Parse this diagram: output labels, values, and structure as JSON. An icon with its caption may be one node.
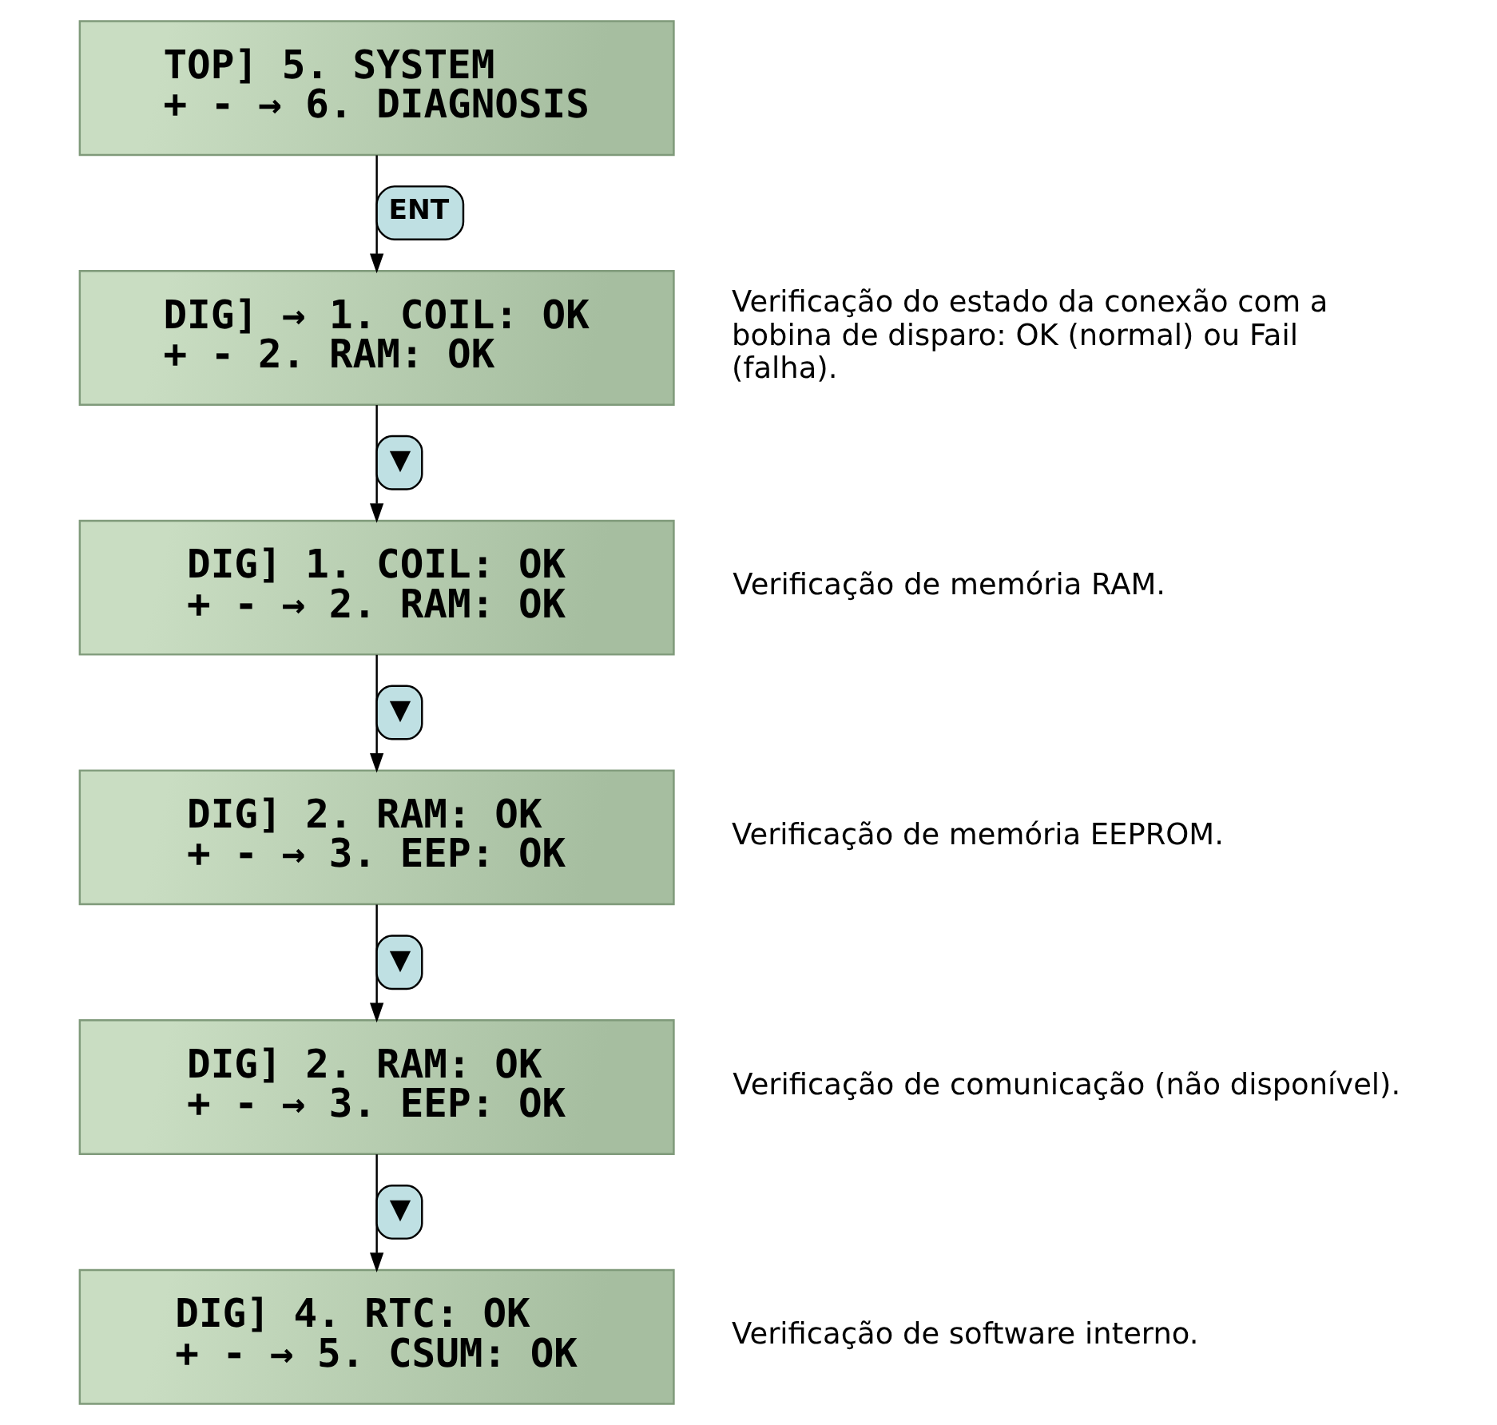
{
  "diagram": {
    "nodes": [
      {
        "text": [
          "TOP] 5. SYSTEM",
          "+ - → 6. DIAGNOSIS"
        ]
      },
      {
        "text": [
          "DIG] → 1. COIL: OK",
          "+ - 2. RAM: OK"
        ],
        "beside": [
          "Verificação do estado da conexão com a bobina de disparo: OK (normal) ou Fail (falha)."
        ]
      },
      {
        "text": [
          "DIG] 1. COIL: OK",
          "+ - → 2. RAM: OK"
        ],
        "beside": [
          "Verificação de memória RAM."
        ]
      },
      {
        "text": [
          "DIG] 2. RAM: OK",
          "+ - → 3. EEP: OK"
        ],
        "beside": [
          "Verificação de memória EEPROM."
        ]
      },
      {
        "text": [
          "DIG] 2. RAM: OK",
          "+ - → 3. EEP: OK"
        ],
        "beside": [
          "Verificação de comunicação (não disponível)."
        ]
      },
      {
        "text": [
          "DIG] 4. RTC: OK",
          "+ - → 5. CSUM: OK"
        ],
        "beside": [
          "Verificação de software interno."
        ]
      }
    ],
    "edges": [
      {
        "from": 0,
        "to": 1,
        "arrow": "to",
        "label": "ENT"
      },
      {
        "from": 1,
        "to": 2,
        "arrow": "to",
        "label": "▼"
      },
      {
        "from": 2,
        "to": 3,
        "arrow": "to",
        "label": "▼"
      },
      {
        "from": 3,
        "to": 4,
        "arrow": "to",
        "label": "▼"
      },
      {
        "from": 4,
        "to": 5,
        "arrow": "to",
        "label": "▼"
      }
    ]
  }
}
